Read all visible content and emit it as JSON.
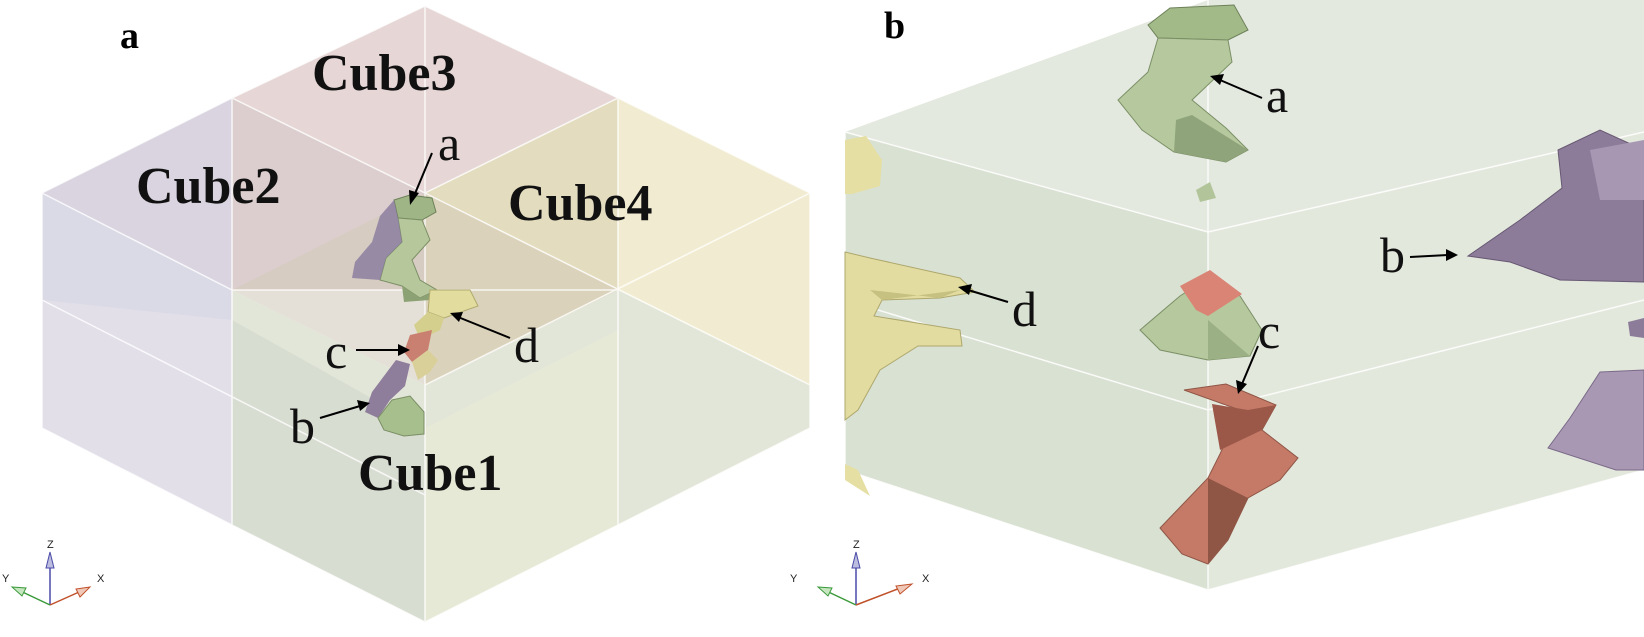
{
  "panel_a": {
    "letter": "a",
    "cubes": [
      "Cube3",
      "Cube2",
      "Cube4",
      "Cube1"
    ],
    "callouts": [
      "a",
      "d",
      "c",
      "b"
    ],
    "triad": {
      "z": "Z",
      "y": "Y",
      "x": "X"
    }
  },
  "panel_b": {
    "letter": "b",
    "callouts": [
      "a",
      "b",
      "d",
      "c"
    ],
    "triad": {
      "z": "Z",
      "y": "Y",
      "x": "X"
    }
  },
  "colors": {
    "cube1": "#dfe5d9",
    "cube2": "#d3d4e2",
    "cube3": "#e5d5d5",
    "cube4": "#ece7c7",
    "green_grain": "#9fb585",
    "purple_grain": "#8b7a97",
    "yellow_grain": "#ddd79a",
    "red_grain": "#c97a68",
    "box_b": "#dde3d8"
  }
}
